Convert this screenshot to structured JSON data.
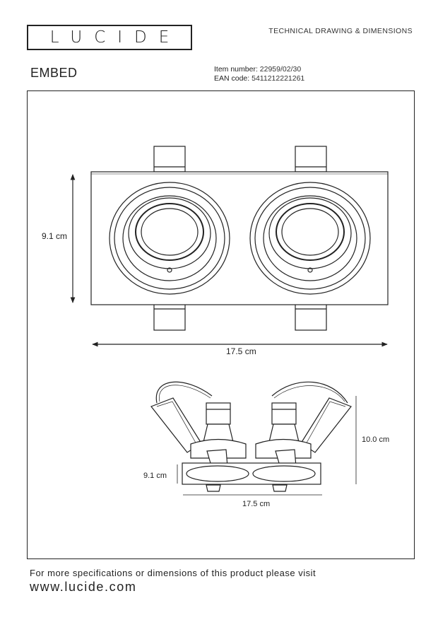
{
  "header": {
    "brand": "LUCIDE",
    "doc_type": "TECHNICAL DRAWING & DIMENSIONS",
    "product_name": "EMBED",
    "item_number_label": "Item number:",
    "item_number": "22959/02/30",
    "ean_label": "EAN code:",
    "ean": "5411212221261"
  },
  "drawing": {
    "top_view": {
      "height_label": "9.1 cm",
      "width_label": "17.5 cm"
    },
    "side_view": {
      "total_height_label": "10.0 cm",
      "frame_height_label": "9.1 cm",
      "width_label": "17.5 cm"
    }
  },
  "footer": {
    "note": "For more specifications or dimensions of this product please visit",
    "url": "www.lucide.com"
  }
}
